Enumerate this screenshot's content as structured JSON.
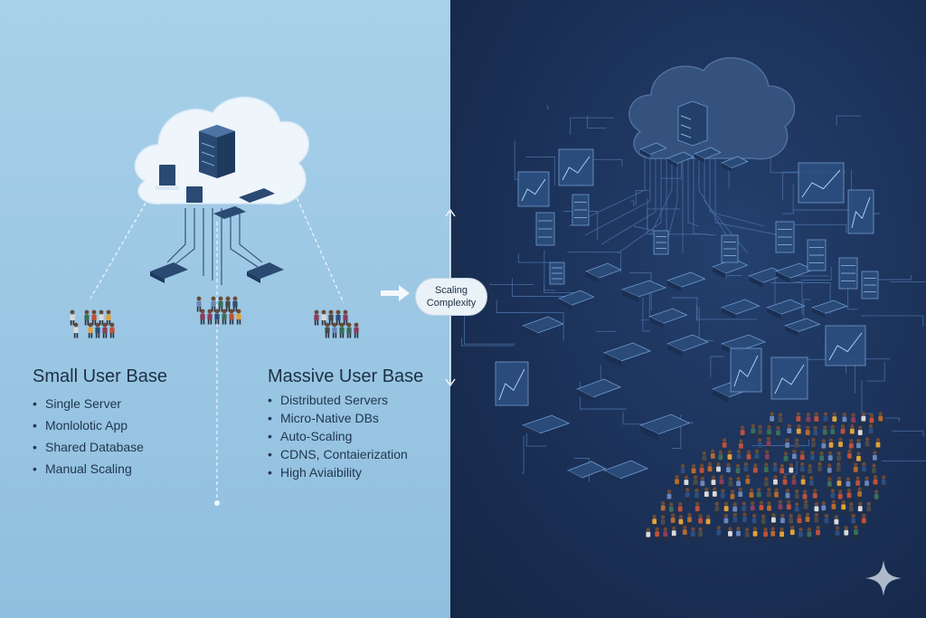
{
  "left": {
    "heading": "Small User Base",
    "bullets": [
      "Single Server",
      "Monlolotic App",
      "Shared Database",
      "Manual Scaling"
    ]
  },
  "center": {
    "label_line1": "Scaling",
    "label_line2": "Complexity"
  },
  "right": {
    "heading": "Massive User Base",
    "bullets": [
      "Distributed Servers",
      "Micro-Native DBs",
      "Auto-Scaling",
      "CDNS, Contaierization",
      "High Aviaibility"
    ]
  },
  "colors": {
    "left_background": "#9ec8e4",
    "right_background": "#1c3259",
    "cloud_light": "#eef6fc",
    "cloud_dark": "#35527f",
    "server_dark": "#2b4a73",
    "circuit_line": "#4f78b0"
  },
  "icons": [
    "cloud-icon",
    "server-icon",
    "device-icon",
    "user-crowd-icon",
    "double-arrow-icon",
    "right-arrow-icon",
    "sparkle-icon"
  ]
}
